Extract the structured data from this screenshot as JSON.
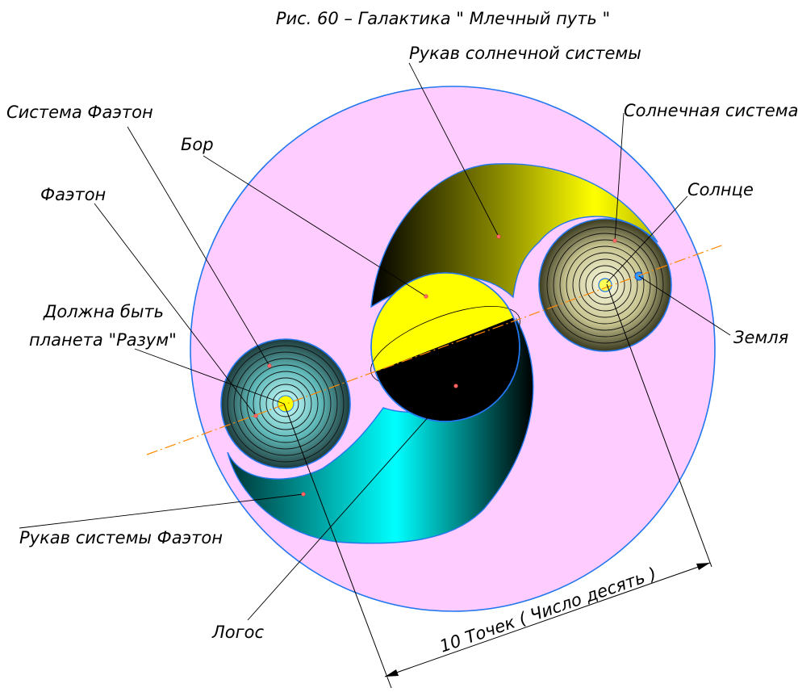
{
  "title": "Рис. 60 – Галактика \" Млечный путь \"",
  "labels": {
    "solar_arm": "Рукав солнечной системы",
    "phaeton_system": "Система Фаэтон",
    "solar_system": "Солнечная система",
    "bor": "Бор",
    "sun": "Солнце",
    "phaeton": "Фаэтон",
    "planet_line1": "Должна быть",
    "planet_line2": "планета \"Разум\"",
    "earth": "Земля",
    "phaeton_arm": "Рукав системы Фаэтон",
    "logos": "Логос",
    "dimension": "10 Точек ( Число десять )"
  },
  "colors": {
    "galaxy_fill": "#ffccff",
    "outline": "#2277ee",
    "solar_arm": "#ffff00",
    "phaeton_arm": "#00ffff",
    "bor": "#ffff00",
    "axis": "#ff8800"
  }
}
